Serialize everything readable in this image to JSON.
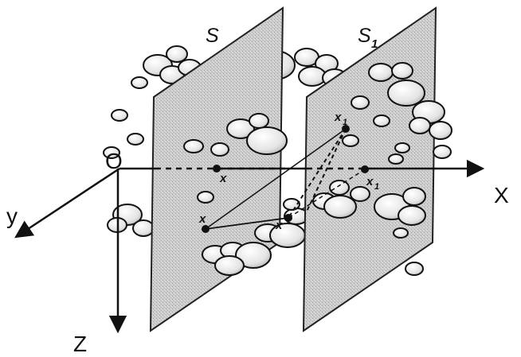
{
  "labels": {
    "origin": "O",
    "axis_x": "X",
    "axis_y": "y",
    "axis_z": "Z",
    "plane_s": "S",
    "plane_s1": "S",
    "plane_s1_sub": "1",
    "pt_x_axis": "x",
    "pt_x1_axis": "x",
    "pt_x1_axis_sub": "1",
    "pt_x_lower": "x",
    "pt_x1_upper": "x",
    "pt_x1_upper_sub": "1",
    "pt_x_center": "x"
  },
  "colors": {
    "ink": "#111111",
    "plane_fill": "#c9c9c9",
    "plane_stroke": "#222222",
    "particle_fill": "#ececec",
    "background": "#ffffff"
  },
  "icons": {
    "arrowhead": "filled-triangle",
    "particle": "ellipse-blob"
  }
}
